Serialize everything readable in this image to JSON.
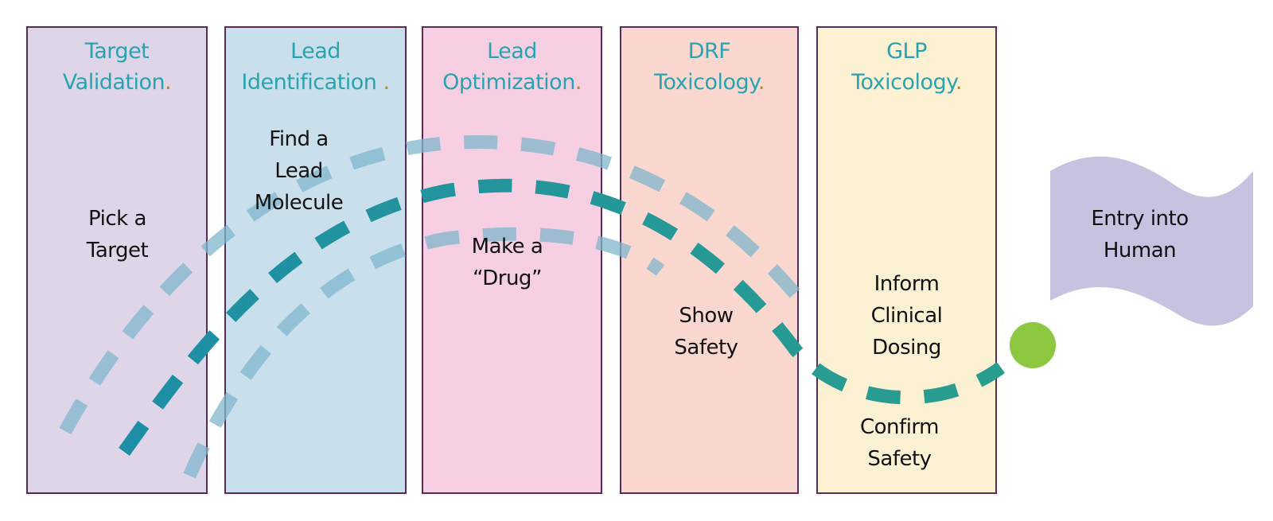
{
  "diagram": {
    "type": "drug-discovery-pipeline",
    "stages": [
      {
        "id": "target-validation",
        "title_line1": "Target",
        "title_line2": "Validation",
        "dot": ".",
        "fill": "#ded5e8",
        "task_lines": [
          "Pick a",
          "Target"
        ]
      },
      {
        "id": "lead-identification",
        "title_line1": "Lead",
        "title_line2": "Identification ",
        "dot": ".",
        "fill": "#c9dfeb",
        "task_lines": [
          "Find a",
          "Lead",
          "Molecule"
        ]
      },
      {
        "id": "lead-optimization",
        "title_line1": "Lead",
        "title_line2": "Optimization",
        "dot": ".",
        "fill": "#f6d0e2",
        "task_lines": [
          "Make a",
          "“Drug”"
        ]
      },
      {
        "id": "drf-toxicology",
        "title_line1": "DRF",
        "title_line2": "Toxicology",
        "dot": ".",
        "fill": "#fad8d0",
        "task_lines": [
          "Show",
          "Safety"
        ]
      },
      {
        "id": "glp-toxicology",
        "title_line1": "GLP",
        "title_line2": "Toxicology",
        "dot": ".",
        "fill": "#fdf1d4",
        "task_lines": [
          "Inform",
          "Clinical",
          "Dosing"
        ],
        "extra_task_lines": [
          "Confirm",
          "Safety"
        ]
      }
    ],
    "endpoint": {
      "lines": [
        "Entry into",
        "Human"
      ],
      "fill": "#c9c1e0"
    },
    "marker": {
      "name": "green-dot",
      "fill": "#8dc63f"
    },
    "colors": {
      "border": "#5a2a5a",
      "title": "#2aa3b0",
      "path_light": "#7fb6cc",
      "path_main": "#1e8ea6",
      "path_end": "#2a9e8e"
    }
  }
}
